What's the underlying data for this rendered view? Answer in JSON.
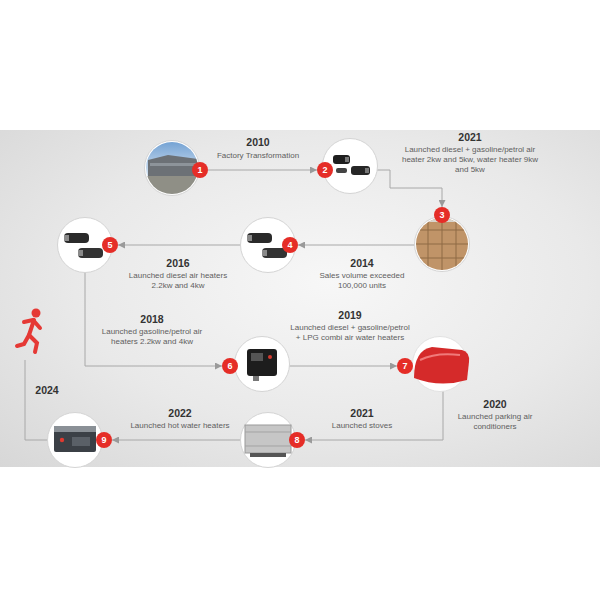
{
  "diagram": {
    "nodes": [
      {
        "text": [
          "1"
        ]
      },
      {
        "text": [
          "2"
        ]
      },
      {
        "text": [
          "3"
        ]
      },
      {
        "text": [
          "4"
        ]
      },
      {
        "text": [
          "5"
        ]
      },
      {
        "text": [
          "6"
        ]
      },
      {
        "text": [
          "7"
        ]
      },
      {
        "text": [
          "8"
        ]
      },
      {
        "text": [
          "9"
        ]
      }
    ],
    "edges": [
      {
        "from": 0,
        "to": 1,
        "arrow": "to"
      },
      {
        "from": 1,
        "to": 2,
        "arrow": "to"
      },
      {
        "from": 2,
        "to": 3,
        "arrow": "to"
      },
      {
        "from": 3,
        "to": 4,
        "arrow": "to"
      },
      {
        "from": 4,
        "to": 5,
        "arrow": "to"
      },
      {
        "from": 5,
        "to": 6,
        "arrow": "to"
      },
      {
        "from": 6,
        "to": 7,
        "arrow": "to"
      },
      {
        "from": 7,
        "to": 8,
        "arrow": "to"
      }
    ],
    "labels": [
      "2010",
      "Factory Transformation",
      "2021",
      "Launched diesel + gasoline/petrol air heater 2kw and 5kw, water heater 9kw and 5kw",
      "2016",
      "Launched diesel air heaters 2.2kw and 4kw",
      "2014",
      "Sales volume exceeded 100,000 units",
      "2018",
      "Launched gasoline/petrol air heaters 2.2kw and 4kw",
      "2019",
      "Launched diesel + gasoline/petrol + LPG combi air water heaters",
      "2024",
      "2020",
      "Launched parking air conditioners",
      "2022",
      "Launched hot water heaters",
      "2021",
      "Launched stoves"
    ]
  }
}
